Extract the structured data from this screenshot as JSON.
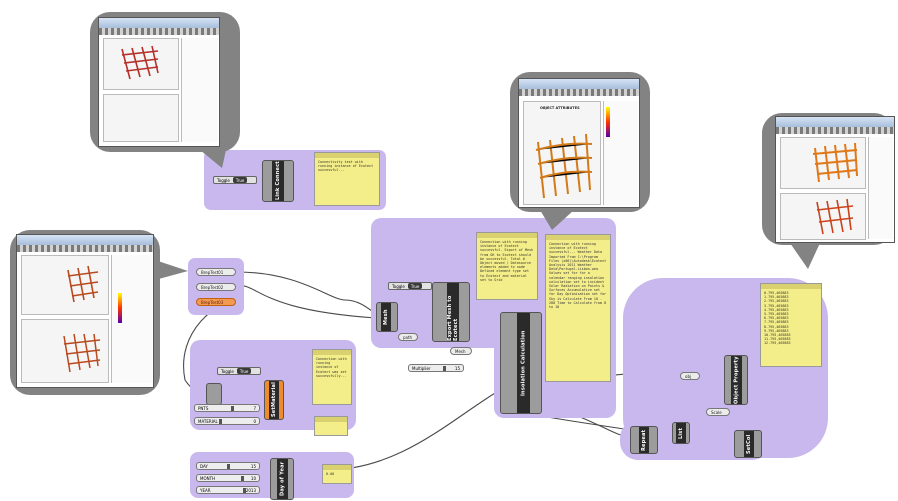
{
  "colors": {
    "group": "#c9b8ee",
    "panel": "#f4ee8a",
    "component": "#9c9c9c",
    "orange": "#f08a2c",
    "bubble": "#838383"
  },
  "toggles": {
    "top": {
      "label": "Toggle",
      "value": "True"
    },
    "middle": {
      "label": "Toggle",
      "value": "True"
    },
    "left": {
      "label": "Toggle",
      "value": "True"
    }
  },
  "brep_params": [
    "BrepTest01",
    "BrepTest02",
    "BrepTest03"
  ],
  "components": {
    "link_connect": "Link Connect",
    "export_mesh": "Export Mesh to Ecotect",
    "mesh": "Mesh",
    "insolation": "Insolation Calculation",
    "set_material": "SetMaterial",
    "day_of_year": "Day of Year",
    "object_property": "Object Property",
    "repeat": "Repeat",
    "list_item": "List",
    "set_color": "SetCol"
  },
  "sliders": {
    "pnts": {
      "label": "PNTS",
      "value": "7"
    },
    "material": {
      "label": "MATERIAL",
      "value": "0"
    },
    "day": {
      "label": "DAY",
      "value": "15"
    },
    "month": {
      "label": "MONTH",
      "value": "10"
    },
    "year": {
      "label": "YEAR",
      "value": "2013"
    },
    "multiplier": {
      "label": "Multiplier",
      "value": "15"
    }
  },
  "small_params": {
    "path": "path",
    "mesh_out": "Mesh",
    "obj": "obj",
    "scale": "Scale"
  },
  "panels": {
    "link_status": "Connectivity test with running instance of Ecotect successful...",
    "export_status": "Connection with running instance of Ecotect successful. Export of Mesh from GH to Ecotect should be successful. Total # Object moved / Datasource elements added to node Defined element type set to Ecotect and material set to Grid",
    "insolation_status": "Connection with running instance of Ecotect successful... Weather Data Imported From C:\\Program Files (x86)\\Autodesk\\Ecotect Analysis 2011 Weather Data\\Portugal-Lisbon.wea Values set for for a calendar ranging insolation calculation set to incident Solar Radiation on Points & Surfaces Accumulative set for Day Optimisation set for Sky is Calculate From 10 - 288 Time to Calculate from 8 to 18",
    "material_status": "Connection with running instance of Ecotect was set successfully...",
    "material_out": "",
    "date_value": "0.00",
    "values": [
      "0.795,465883",
      "1.795,465883",
      "2.795,465883",
      "3.795,465883",
      "4.795,465883",
      "5.795,465883",
      "6.795,465883",
      "7.795,465883",
      "8.795,465883",
      "9.795,465883",
      "10.795,465883",
      "11.795,465883",
      "12.795,465883"
    ]
  },
  "screenshot_labels": {
    "object_attributes": "OBJECT ATTRIBUTES"
  }
}
